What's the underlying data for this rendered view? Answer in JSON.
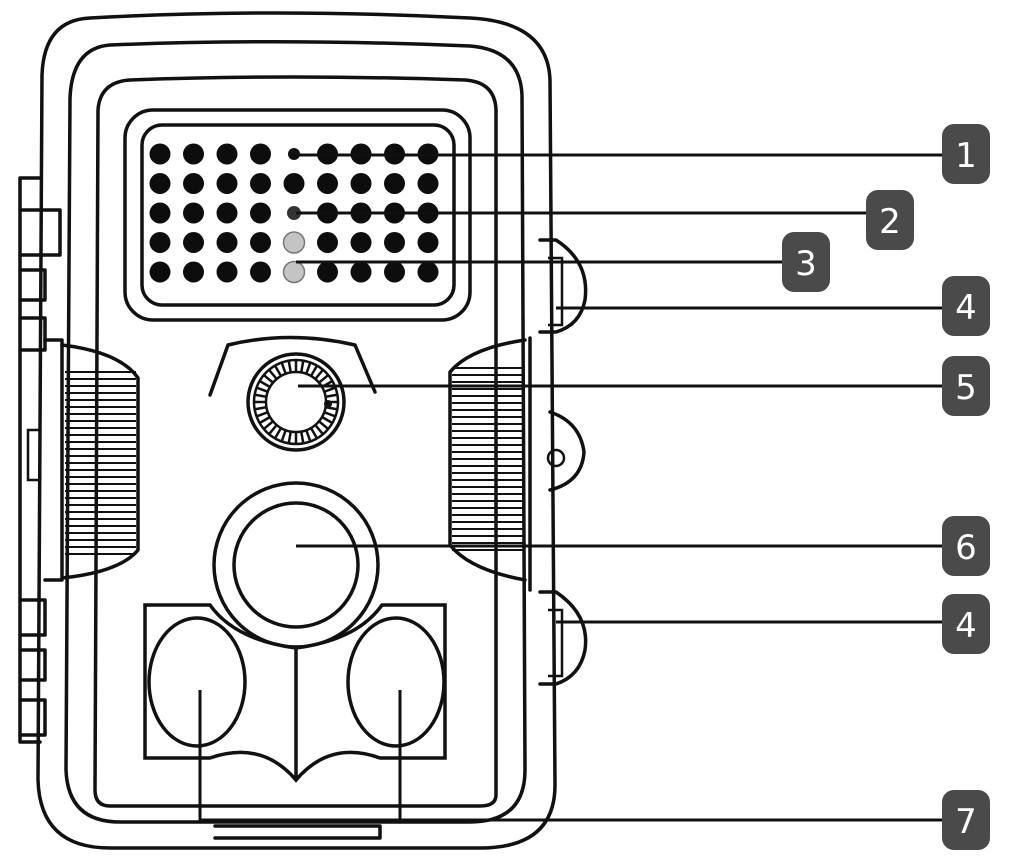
{
  "callouts": [
    {
      "id": "1",
      "label": "1",
      "target": "light-sensor"
    },
    {
      "id": "2",
      "label": "2",
      "target": "sensor-2"
    },
    {
      "id": "3",
      "label": "3",
      "target": "sensor-3"
    },
    {
      "id": "4a",
      "label": "4",
      "target": "upper-latch"
    },
    {
      "id": "5",
      "label": "5",
      "target": "camera-lens"
    },
    {
      "id": "6",
      "label": "6",
      "target": "main-pir-sensor"
    },
    {
      "id": "4b",
      "label": "4",
      "target": "lower-latch"
    },
    {
      "id": "7",
      "label": "7",
      "target": "side-pir-sensors"
    }
  ],
  "led_array": {
    "rows": 5,
    "cols": 9
  },
  "colors": {
    "line": "#111111",
    "badge": "#4a4a4a",
    "badge_text": "#ffffff",
    "grey_dot": "#c4c4c4"
  }
}
